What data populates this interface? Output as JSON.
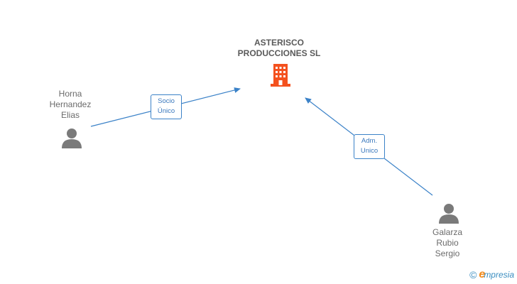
{
  "company": {
    "name_lines": [
      "ASTERISCO",
      "PRODUCCIONES SL"
    ],
    "icon": "building-icon",
    "icon_color": "#f4511e"
  },
  "people": [
    {
      "name_lines": [
        "Horna",
        "Hernandez",
        "Elias"
      ],
      "icon": "person-icon"
    },
    {
      "name_lines": [
        "Galarza",
        "Rubio",
        "Sergio"
      ],
      "icon": "person-icon"
    }
  ],
  "relations": [
    {
      "label_lines": [
        "Socio",
        "Único"
      ]
    },
    {
      "label_lines": [
        "Adm.",
        "Unico"
      ]
    }
  ],
  "colors": {
    "edge": "#3b82c8",
    "person": "#7a7a7a",
    "text": "#6b6b6b"
  },
  "footer": {
    "copyright_symbol": "©",
    "brand_first": "e",
    "brand_rest": "mpresia"
  }
}
